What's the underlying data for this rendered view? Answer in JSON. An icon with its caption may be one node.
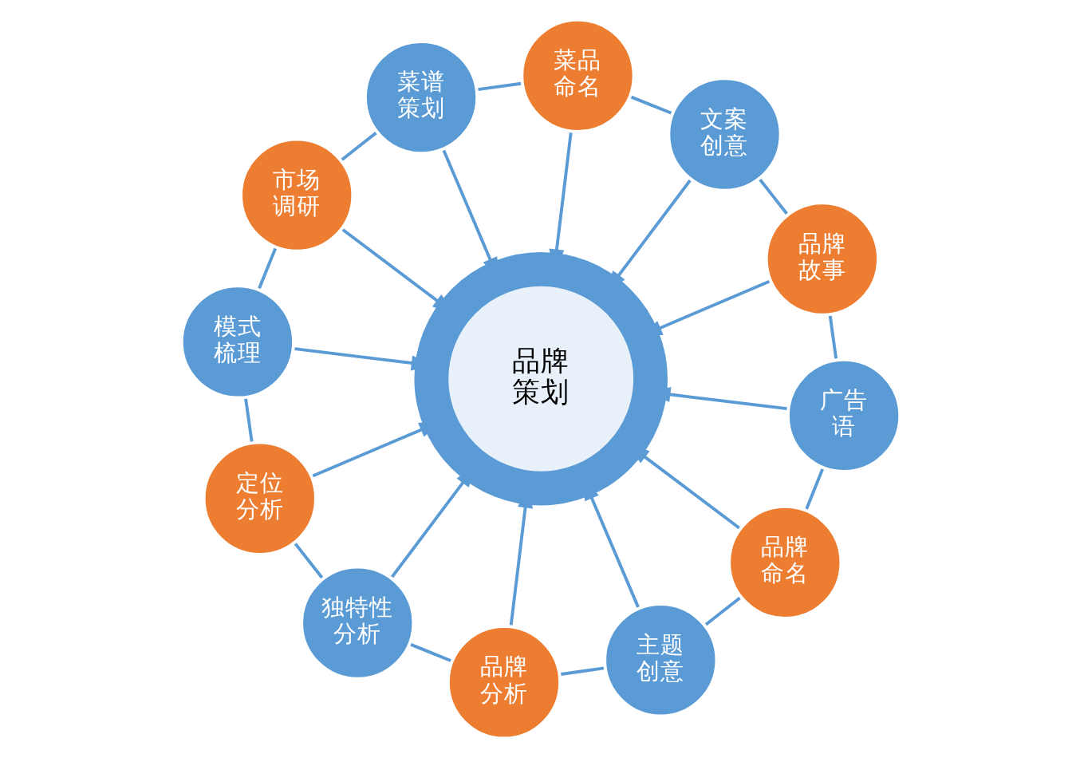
{
  "diagram": {
    "nodes": [
      {
        "text": [
          "品牌策划"
        ]
      },
      {
        "text": [
          "文案创意"
        ]
      },
      {
        "text": [
          "菜品命名"
        ]
      },
      {
        "text": [
          "菜谱策划"
        ]
      },
      {
        "text": [
          "市场调研"
        ]
      },
      {
        "text": [
          "模式梳理"
        ]
      },
      {
        "text": [
          "定位分析"
        ]
      },
      {
        "text": [
          "独特性分析"
        ]
      },
      {
        "text": [
          "品牌分析"
        ]
      },
      {
        "text": [
          "主题创意"
        ]
      },
      {
        "text": [
          "品牌命名"
        ]
      },
      {
        "text": [
          "广告语"
        ]
      },
      {
        "text": [
          "品牌故事"
        ]
      }
    ],
    "edges": [
      {
        "from": 1,
        "to": 0,
        "arrow": "to"
      },
      {
        "from": 2,
        "to": 0,
        "arrow": "to"
      },
      {
        "from": 3,
        "to": 0,
        "arrow": "to"
      },
      {
        "from": 4,
        "to": 0,
        "arrow": "to"
      },
      {
        "from": 5,
        "to": 0,
        "arrow": "to"
      },
      {
        "from": 6,
        "to": 0,
        "arrow": "to"
      },
      {
        "from": 7,
        "to": 0,
        "arrow": "to"
      },
      {
        "from": 8,
        "to": 0,
        "arrow": "to"
      },
      {
        "from": 9,
        "to": 0,
        "arrow": "to"
      },
      {
        "from": 10,
        "to": 0,
        "arrow": "to"
      },
      {
        "from": 11,
        "to": 0,
        "arrow": "to"
      },
      {
        "from": 12,
        "to": 0,
        "arrow": "to"
      },
      {
        "from": 1,
        "to": 2,
        "arrow": "none"
      },
      {
        "from": 2,
        "to": 3,
        "arrow": "none"
      },
      {
        "from": 3,
        "to": 4,
        "arrow": "none"
      },
      {
        "from": 4,
        "to": 5,
        "arrow": "none"
      },
      {
        "from": 5,
        "to": 6,
        "arrow": "none"
      },
      {
        "from": 6,
        "to": 7,
        "arrow": "none"
      },
      {
        "from": 7,
        "to": 8,
        "arrow": "none"
      },
      {
        "from": 8,
        "to": 9,
        "arrow": "none"
      },
      {
        "from": 9,
        "to": 10,
        "arrow": "none"
      },
      {
        "from": 10,
        "to": 11,
        "arrow": "none"
      },
      {
        "from": 11,
        "to": 12,
        "arrow": "none"
      },
      {
        "from": 12,
        "to": 1,
        "arrow": "none"
      }
    ]
  }
}
